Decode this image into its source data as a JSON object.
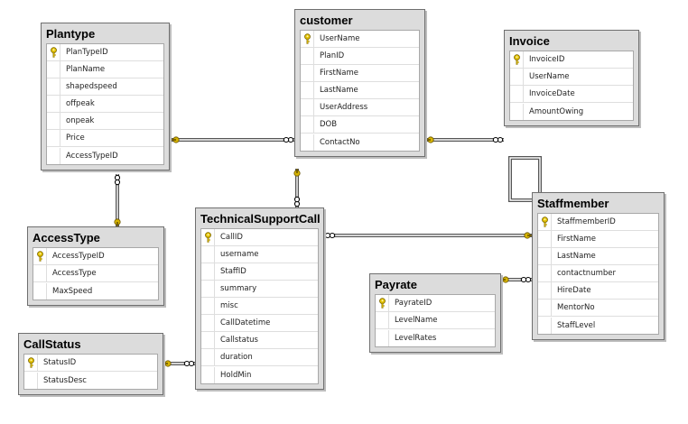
{
  "tables": [
    {
      "id": "plantype",
      "title": "Plantype",
      "columns": [
        {
          "name": "PlanTypeID",
          "pk": true
        },
        {
          "name": "PlanName",
          "pk": false
        },
        {
          "name": "shapedspeed",
          "pk": false
        },
        {
          "name": "offpeak",
          "pk": false
        },
        {
          "name": "onpeak",
          "pk": false
        },
        {
          "name": "Price",
          "pk": false
        },
        {
          "name": "AccessTypeID",
          "pk": false
        }
      ]
    },
    {
      "id": "customer",
      "title": "customer",
      "columns": [
        {
          "name": "UserName",
          "pk": true
        },
        {
          "name": "PlanID",
          "pk": false
        },
        {
          "name": "FirstName",
          "pk": false
        },
        {
          "name": "LastName",
          "pk": false
        },
        {
          "name": "UserAddress",
          "pk": false
        },
        {
          "name": "DOB",
          "pk": false
        },
        {
          "name": "ContactNo",
          "pk": false
        }
      ]
    },
    {
      "id": "invoice",
      "title": "Invoice",
      "columns": [
        {
          "name": "InvoiceID",
          "pk": true
        },
        {
          "name": "UserName",
          "pk": false
        },
        {
          "name": "InvoiceDate",
          "pk": false
        },
        {
          "name": "AmountOwing",
          "pk": false
        }
      ]
    },
    {
      "id": "accesstype",
      "title": "AccessType",
      "columns": [
        {
          "name": "AccessTypeID",
          "pk": true
        },
        {
          "name": "AccessType",
          "pk": false
        },
        {
          "name": "MaxSpeed",
          "pk": false
        }
      ]
    },
    {
      "id": "technicalsupportcall",
      "title": "TechnicalSupportCall",
      "columns": [
        {
          "name": "CallID",
          "pk": true
        },
        {
          "name": "username",
          "pk": false
        },
        {
          "name": "StaffID",
          "pk": false
        },
        {
          "name": "summary",
          "pk": false
        },
        {
          "name": "misc",
          "pk": false
        },
        {
          "name": "CallDatetime",
          "pk": false
        },
        {
          "name": "Callstatus",
          "pk": false
        },
        {
          "name": "duration",
          "pk": false
        },
        {
          "name": "HoldMin",
          "pk": false
        }
      ]
    },
    {
      "id": "staffmember",
      "title": "Staffmember",
      "columns": [
        {
          "name": "StaffmemberID",
          "pk": true
        },
        {
          "name": "FirstName",
          "pk": false
        },
        {
          "name": "LastName",
          "pk": false
        },
        {
          "name": "contactnumber",
          "pk": false
        },
        {
          "name": "HireDate",
          "pk": false
        },
        {
          "name": "MentorNo",
          "pk": false
        },
        {
          "name": "StaffLevel",
          "pk": false
        }
      ]
    },
    {
      "id": "payrate",
      "title": "Payrate",
      "columns": [
        {
          "name": "PayrateID",
          "pk": true
        },
        {
          "name": "LevelName",
          "pk": false
        },
        {
          "name": "LevelRates",
          "pk": false
        }
      ]
    },
    {
      "id": "callstatus",
      "title": "CallStatus",
      "columns": [
        {
          "name": "StatusID",
          "pk": true
        },
        {
          "name": "StatusDesc",
          "pk": false
        }
      ]
    }
  ],
  "relationships": [
    {
      "from": "customer",
      "to": "plantype"
    },
    {
      "from": "invoice",
      "to": "customer"
    },
    {
      "from": "plantype",
      "to": "accesstype"
    },
    {
      "from": "technicalsupportcall",
      "to": "customer"
    },
    {
      "from": "technicalsupportcall",
      "to": "staffmember"
    },
    {
      "from": "staffmember",
      "to": "payrate"
    },
    {
      "from": "technicalsupportcall",
      "to": "callstatus"
    },
    {
      "from": "staffmember",
      "to": "staffmember"
    }
  ],
  "colors": {
    "frame": "#dcdcdc",
    "border": "#6f6f6f",
    "line": "#555555",
    "key": "#d6b400"
  }
}
